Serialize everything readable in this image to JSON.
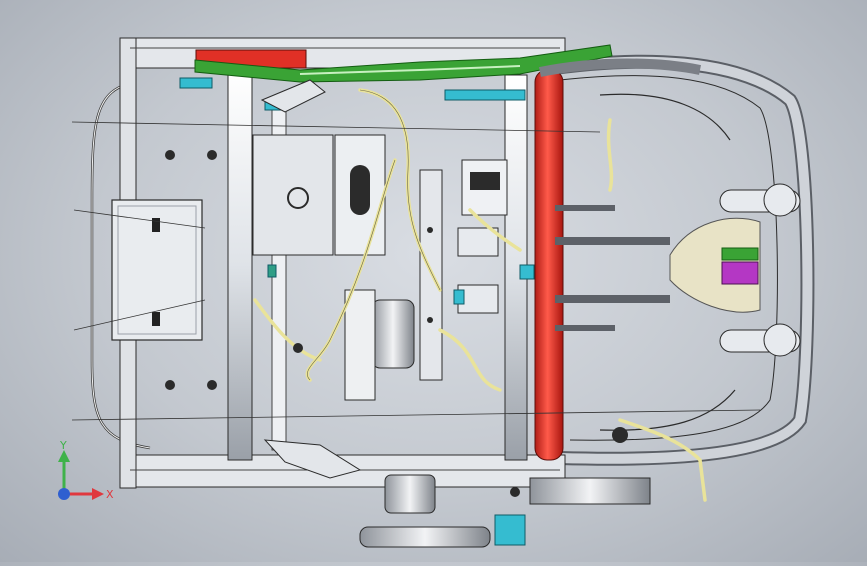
{
  "viewport": {
    "name": "cad-graphics-area",
    "model": "seat-frame-assembly-top-view",
    "colors": {
      "background_center": "#d9dde3",
      "background_edge": "#a7adb6",
      "frame_line": "#2b2b2b",
      "part_fill": "#eceff3",
      "rail_red": "#e03026",
      "link_green": "#3aa335",
      "bracket_cyan": "#35bcd0",
      "harness_yellow": "#e9e39a",
      "connector_purple": "#b437c4",
      "motor_grey": "#c9ccd1"
    }
  },
  "triad": {
    "x_label": "X",
    "y_label": "Y",
    "colors": {
      "x": "#e0383e",
      "y": "#3fb24a",
      "z": "#2f5fd0"
    }
  }
}
